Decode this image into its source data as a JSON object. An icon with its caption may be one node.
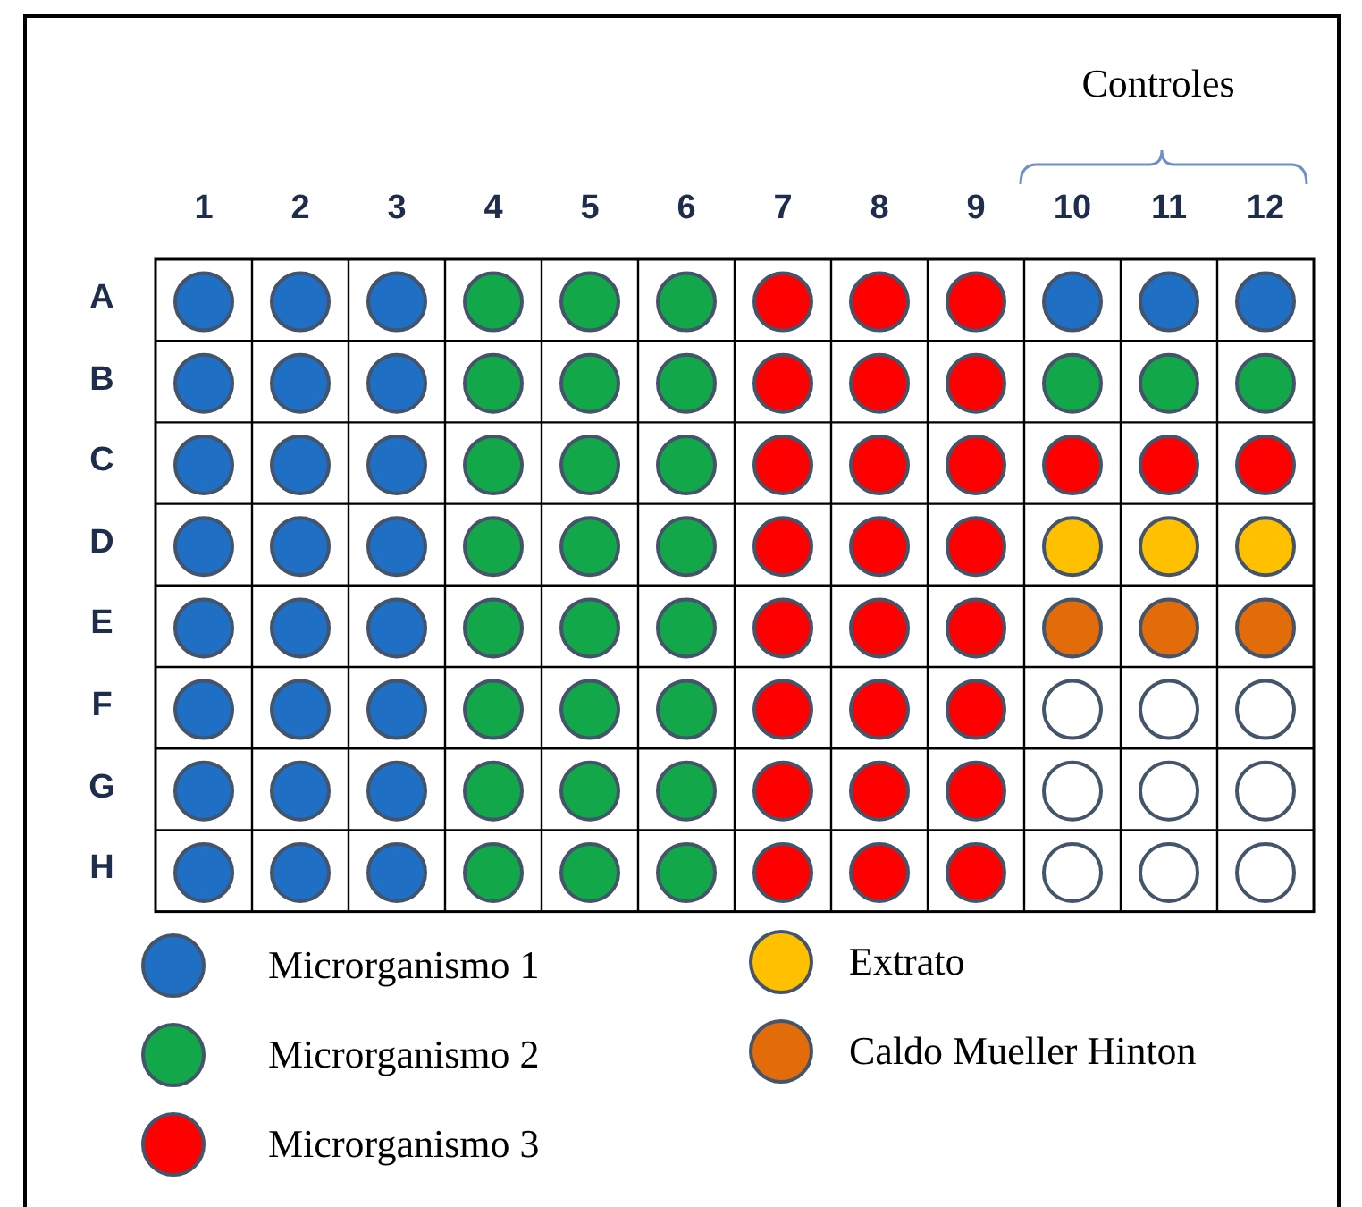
{
  "diagram": {
    "labels": [
      "Controles",
      "1",
      "2",
      "3",
      "4",
      "5",
      "6",
      "7",
      "8",
      "9",
      "10",
      "11",
      "12",
      "A",
      "B",
      "C",
      "D",
      "E",
      "F",
      "G",
      "H"
    ],
    "legend": [
      {
        "text": "Microrganismo 1",
        "color": "#1f6fc5"
      },
      {
        "text": "Extrato",
        "color": "#ffc000"
      },
      {
        "text": "Microrganismo 2",
        "color": "#12a84a"
      },
      {
        "text": "Caldo Mueller Hinton",
        "color": "#e36c0a"
      },
      {
        "text": "Microrganismo 3",
        "color": "#ff0000"
      }
    ]
  }
}
